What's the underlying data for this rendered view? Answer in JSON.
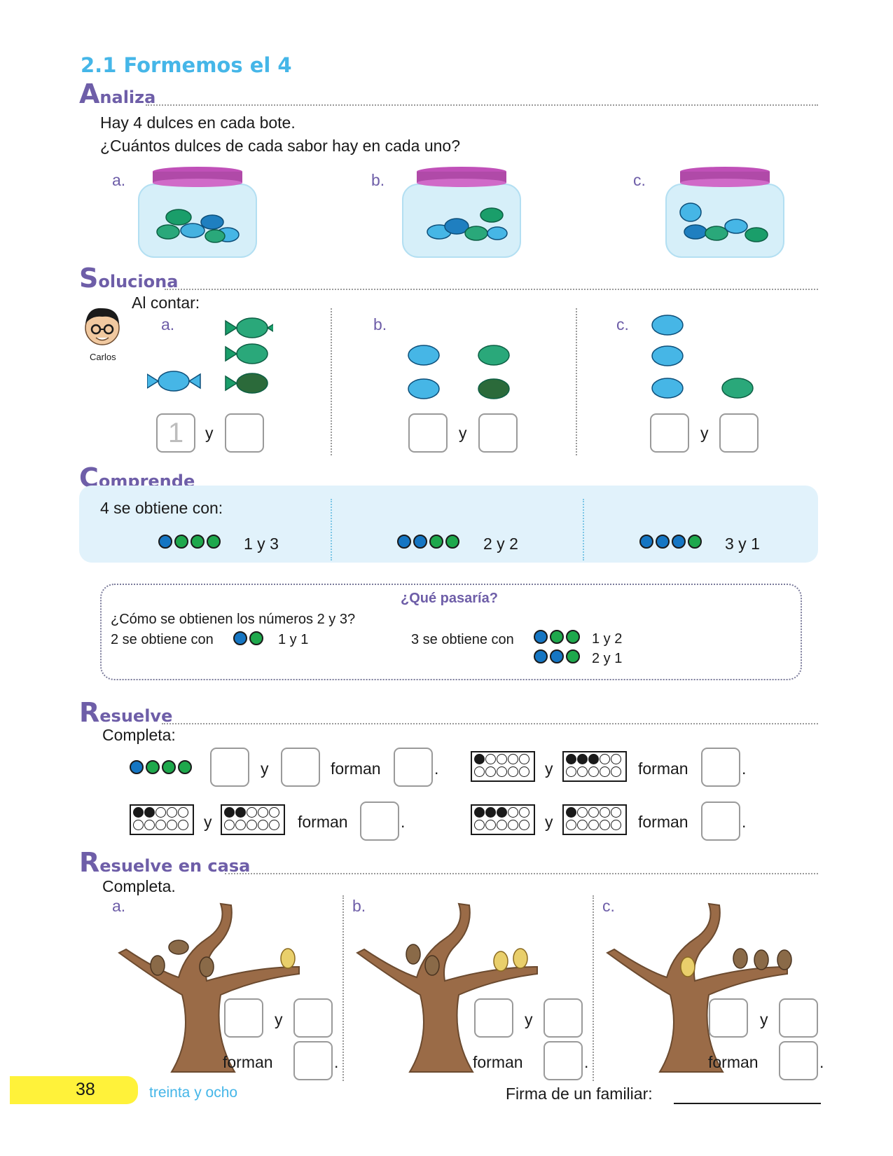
{
  "title": "2.1 Formemos el 4",
  "analiza": {
    "heading_initial": "A",
    "heading_rest": "naliza",
    "line1": "Hay 4 dulces en cada bote.",
    "line2": "¿Cuántos dulces de cada sabor hay en cada uno?",
    "labels": [
      "a.",
      "b.",
      "c."
    ]
  },
  "soluciona": {
    "heading_initial": "S",
    "heading_rest": "oluciona",
    "al_contar": "Al contar:",
    "character": "Carlos",
    "labels": [
      "a.",
      "b.",
      "c."
    ],
    "joiner": "y",
    "example_value": "1"
  },
  "comprende": {
    "heading_initial": "C",
    "heading_rest": "omprende",
    "intro": "4 se obtiene con:",
    "combos": [
      "1 y 3",
      "2 y 2",
      "3 y 1"
    ]
  },
  "que_pasaria": {
    "heading": "¿Qué pasaría?",
    "question": "¿Cómo se obtienen los números 2 y 3?",
    "two_text": "2 se obtiene con",
    "two_combo": "1 y 1",
    "three_text": "3 se obtiene con",
    "three_combo_1": "1 y 2",
    "three_combo_2": "2 y 1"
  },
  "resuelve": {
    "heading_initial": "R",
    "heading_rest": "esuelve",
    "instruction": "Completa:",
    "joiner": "y",
    "forman": "forman",
    "period": "."
  },
  "resuelve_casa": {
    "heading_initial": "R",
    "heading_rest": "esuelve en casa",
    "instruction": "Completa.",
    "labels": [
      "a.",
      "b.",
      "c."
    ],
    "joiner": "y",
    "forman": "forman",
    "period": "."
  },
  "footer": {
    "page_number": "38",
    "page_words": "treinta y ocho",
    "signature_label": "Firma de un familiar:"
  },
  "colors": {
    "title": "#45b6e8",
    "heading": "#6e5ea8",
    "blue_dot": "#1576c3",
    "green_dot": "#1ea84c",
    "panel": "#e1f2fb",
    "footer_bar": "#fff23a"
  }
}
